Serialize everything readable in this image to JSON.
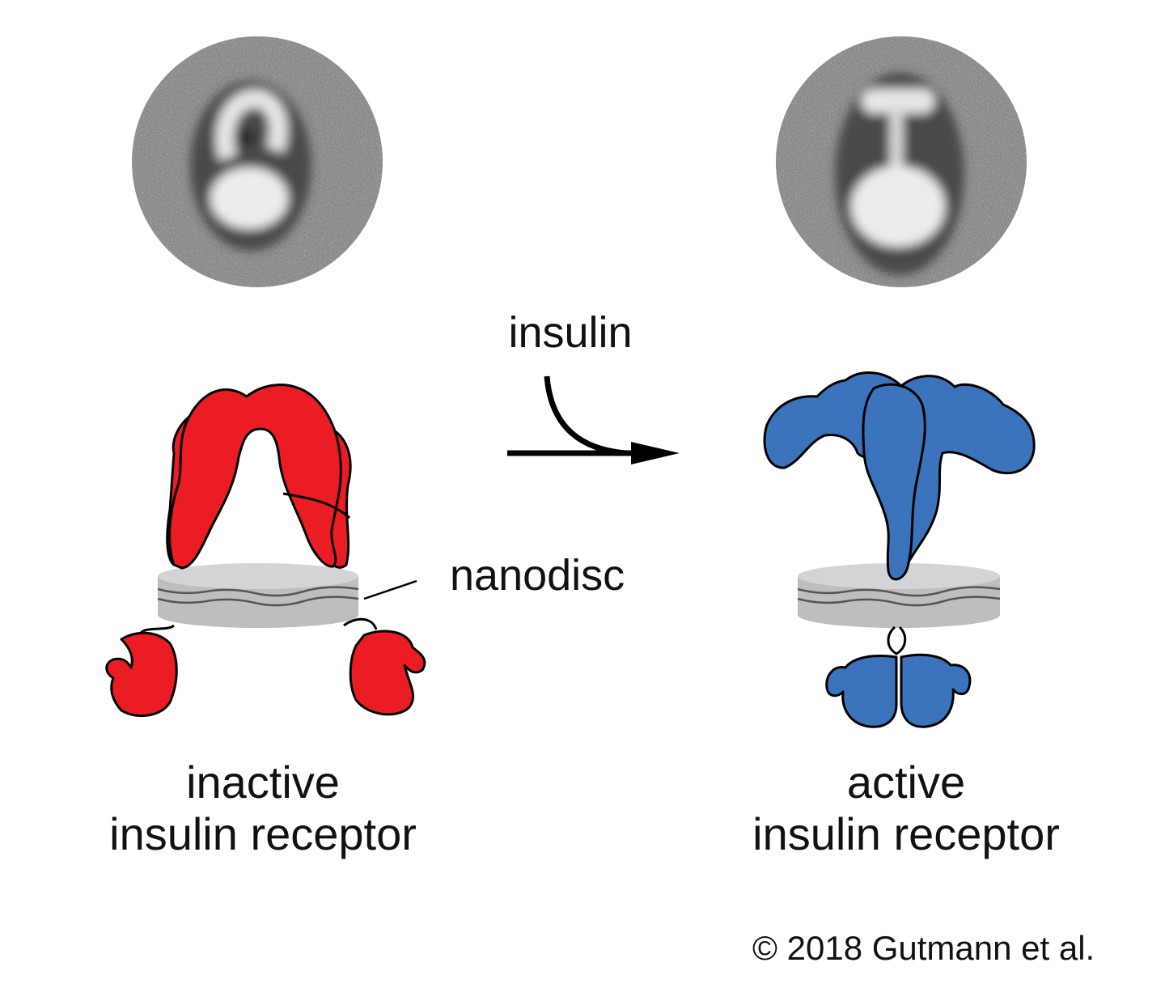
{
  "labels": {
    "insulin": "insulin",
    "nanodisc": "nanodisc",
    "inactive_line1": "inactive",
    "inactive_line2": "insulin receptor",
    "active_line1": "active",
    "active_line2": "insulin receptor",
    "copyright": "© 2018 Gutmann et al."
  },
  "colors": {
    "inactive_receptor": "#ec1c24",
    "active_receptor": "#3b74bc",
    "nanodisc_top": "#d3d4d6",
    "nanodisc_side": "#bdbec0",
    "outline": "#000000"
  },
  "icons": {
    "reaction_arrow": "arrow-right-with-curved-inlet",
    "em_images": "negative-stain-electron-micrograph"
  }
}
